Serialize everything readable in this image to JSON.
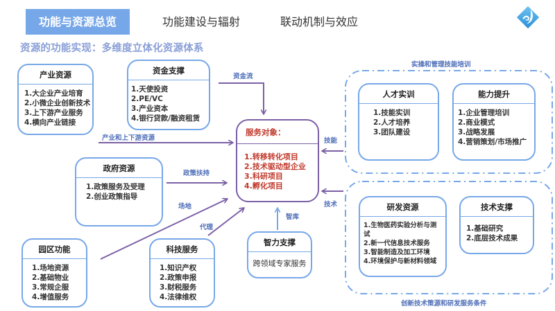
{
  "tabs": [
    {
      "label": "功能与资源总览",
      "active": true
    },
    {
      "label": "功能建设与辐射",
      "active": false
    },
    {
      "label": "联动机制与效应",
      "active": false
    }
  ],
  "logo": {
    "icon": "wave-diamond-logo-icon"
  },
  "subtitle": "资源的功能实现：多维度立体化资源体系",
  "center": {
    "title": "服务对象：",
    "items": [
      "1.转移转化项目",
      "2.技术驱动型企业",
      "3.科研项目",
      "4.孵化项目"
    ]
  },
  "boxes": {
    "industry": {
      "title": "产业资源",
      "items": [
        "1.大企业产业培育",
        "2.小微企业创新技术",
        "3.上下游产业服务",
        "4.横向产业链接"
      ]
    },
    "capital": {
      "title": "资金支撑",
      "items": [
        "1.天使投资",
        "2.PE/VC",
        "3.产业资本",
        "4.银行贷款/融资租赁"
      ]
    },
    "government": {
      "title": "政府资源",
      "items": [
        "1.政策服务及受理",
        "2.创业政策指导"
      ]
    },
    "park": {
      "title": "园区功能",
      "items": [
        "1.场地资源",
        "2.基础物业",
        "3.常规企服",
        "4.增值服务"
      ]
    },
    "tech_service": {
      "title": "科技服务",
      "items": [
        "1.知识产权",
        "2.政策申报",
        "3.财税服务",
        "4.法律维权"
      ]
    },
    "intellect": {
      "title": "智力支撑",
      "items": [
        "跨领域专家服务"
      ]
    },
    "talent": {
      "title": "人才实训",
      "items": [
        "1.技能实训",
        "2.人才培养",
        "3.团队建设"
      ]
    },
    "ability": {
      "title": "能力提升",
      "items": [
        "1.企业管理培训",
        "2.商业模式",
        "3.战略发展",
        "4.营销策划/市场推广"
      ]
    },
    "rnd": {
      "title": "研发资源",
      "items": [
        "1.生物医药实验分析与测",
        "试",
        "2.新一代信息技术服务",
        "3.智能制造及加工环境",
        "4.环境保护与新材料领域"
      ]
    },
    "tech_support": {
      "title": "技术支撑",
      "items": [
        "1.基础研究",
        "2.底层技术成果"
      ]
    }
  },
  "flows": {
    "capital_flow": "资金流",
    "industry_chain": "产业和上下游资源",
    "policy": "政策扶持",
    "venue": "场地",
    "agency": "代理",
    "think_tank": "智库",
    "skills": "技能",
    "technology": "技术"
  },
  "groups": {
    "training": "实操和管理技能培训",
    "innovation": "创新技术策源和研发服务条件"
  },
  "colors": {
    "accent": "#76a7e8",
    "arrow": "#7a5fa5",
    "center_text": "#c0392b",
    "label": "#4f6fb8"
  }
}
